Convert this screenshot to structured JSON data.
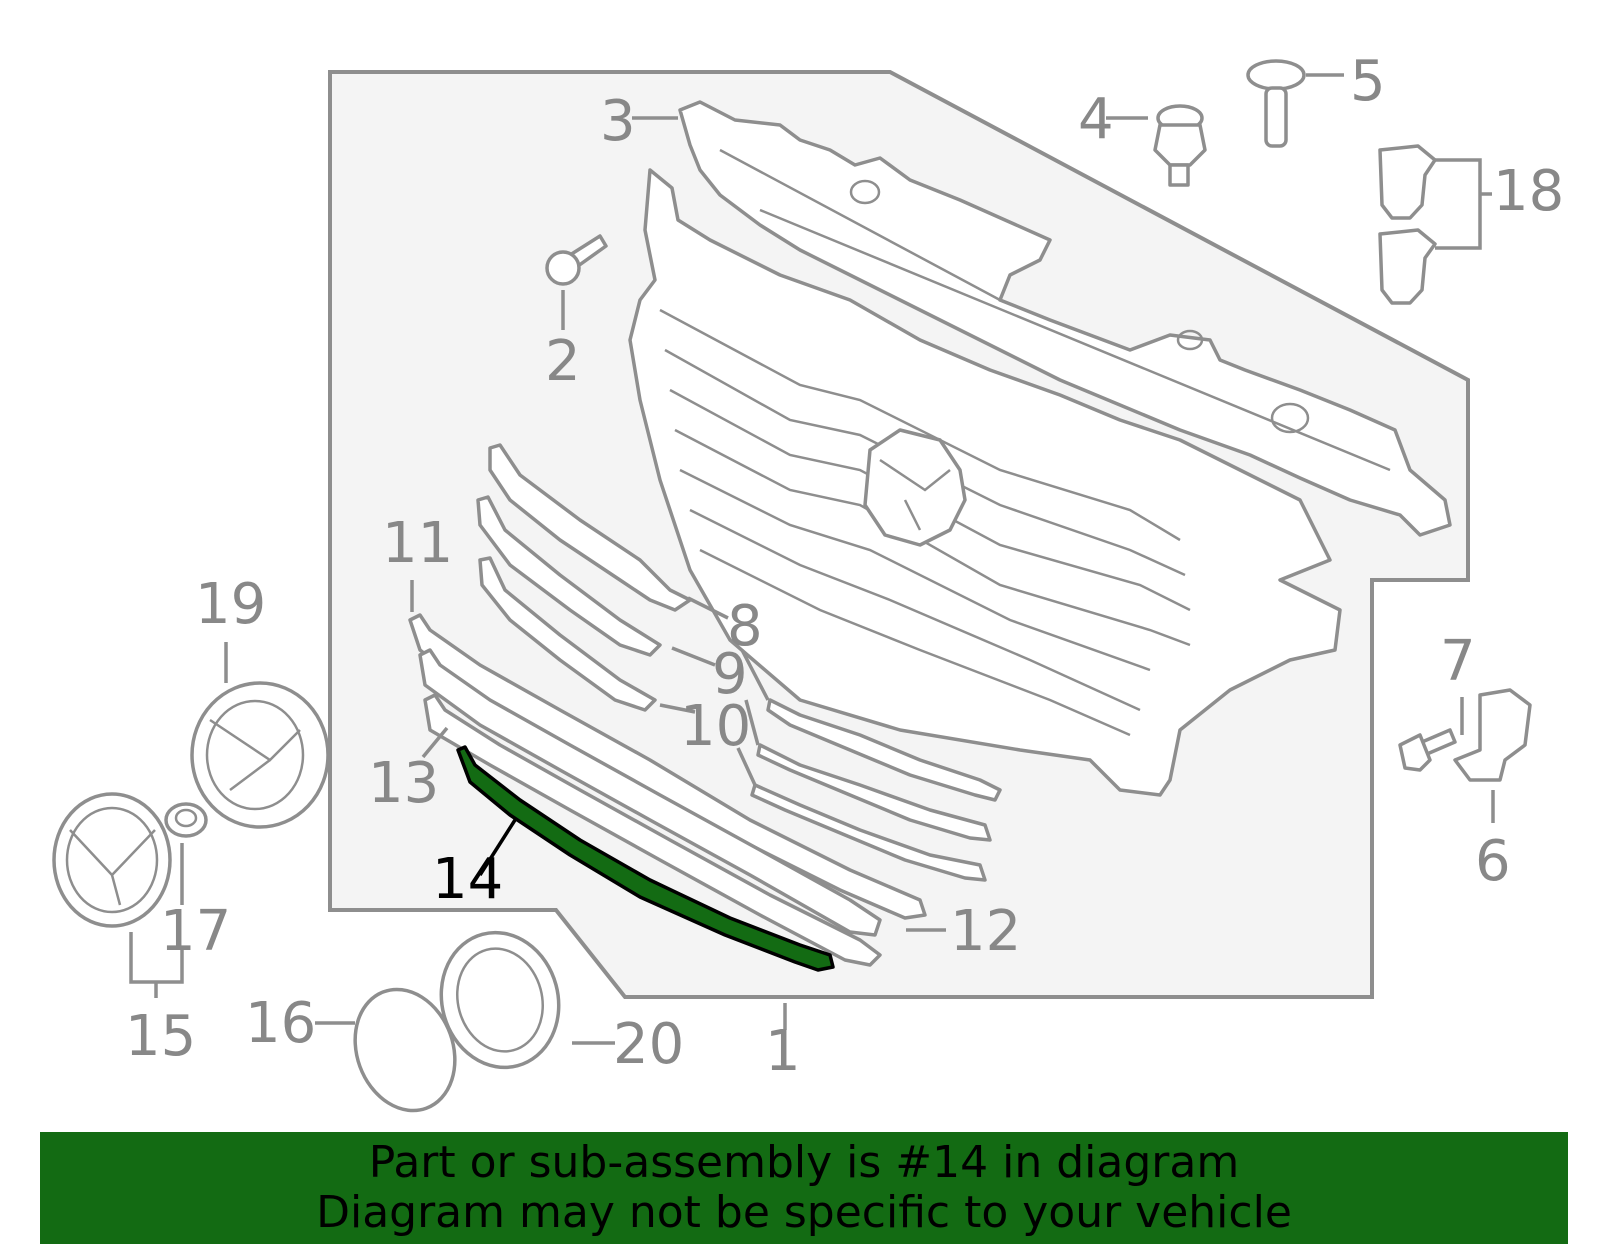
{
  "callouts": {
    "c1": "1",
    "c2": "2",
    "c3": "3",
    "c4": "4",
    "c5": "5",
    "c6": "6",
    "c7": "7",
    "c8": "8",
    "c9": "9",
    "c10": "10",
    "c11": "11",
    "c12": "12",
    "c13": "13",
    "c14": "14",
    "c15": "15",
    "c16": "16",
    "c17": "17",
    "c18": "18",
    "c19": "19",
    "c20": "20"
  },
  "highlight_part": "14",
  "colors": {
    "highlight": "#136b13",
    "banner_bg": "#136b13",
    "line": "#8e8e8e",
    "panel": "#f4f4f4"
  },
  "banner": {
    "line1": "Part or sub-assembly is #14 in diagram",
    "line2": "Diagram may not be specific to your vehicle"
  }
}
